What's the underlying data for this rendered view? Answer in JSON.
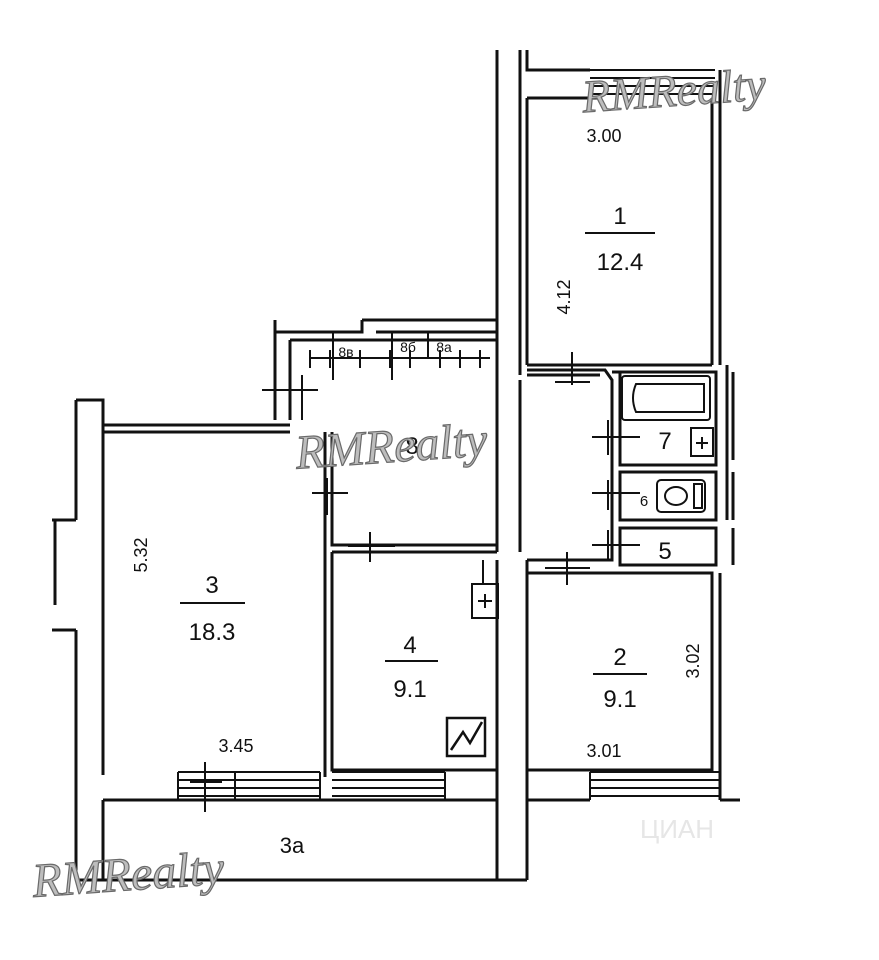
{
  "rooms": [
    {
      "number": "1",
      "area": "12.4"
    },
    {
      "number": "2",
      "area": "9.1"
    },
    {
      "number": "3",
      "area": "18.3"
    },
    {
      "number": "4",
      "area": "9.1"
    },
    {
      "number": "5"
    },
    {
      "number": "6"
    },
    {
      "number": "7"
    },
    {
      "number": "8"
    },
    {
      "number": "8a"
    },
    {
      "number": "8б"
    },
    {
      "number": "8в"
    },
    {
      "number": "3a"
    }
  ],
  "dimensions": {
    "room1_width": "3.00",
    "room1_length": "4.12",
    "room2_width": "3.01",
    "room2_length": "3.02",
    "room3_width": "3.45",
    "room3_length": "5.32"
  },
  "watermark": {
    "brand": "RMRealty",
    "site": "ЦИАН"
  },
  "icons": [
    "bathtub-icon",
    "toilet-icon",
    "electrical-panel-icon",
    "gas-stove-icon",
    "vent-shaft-icon"
  ]
}
